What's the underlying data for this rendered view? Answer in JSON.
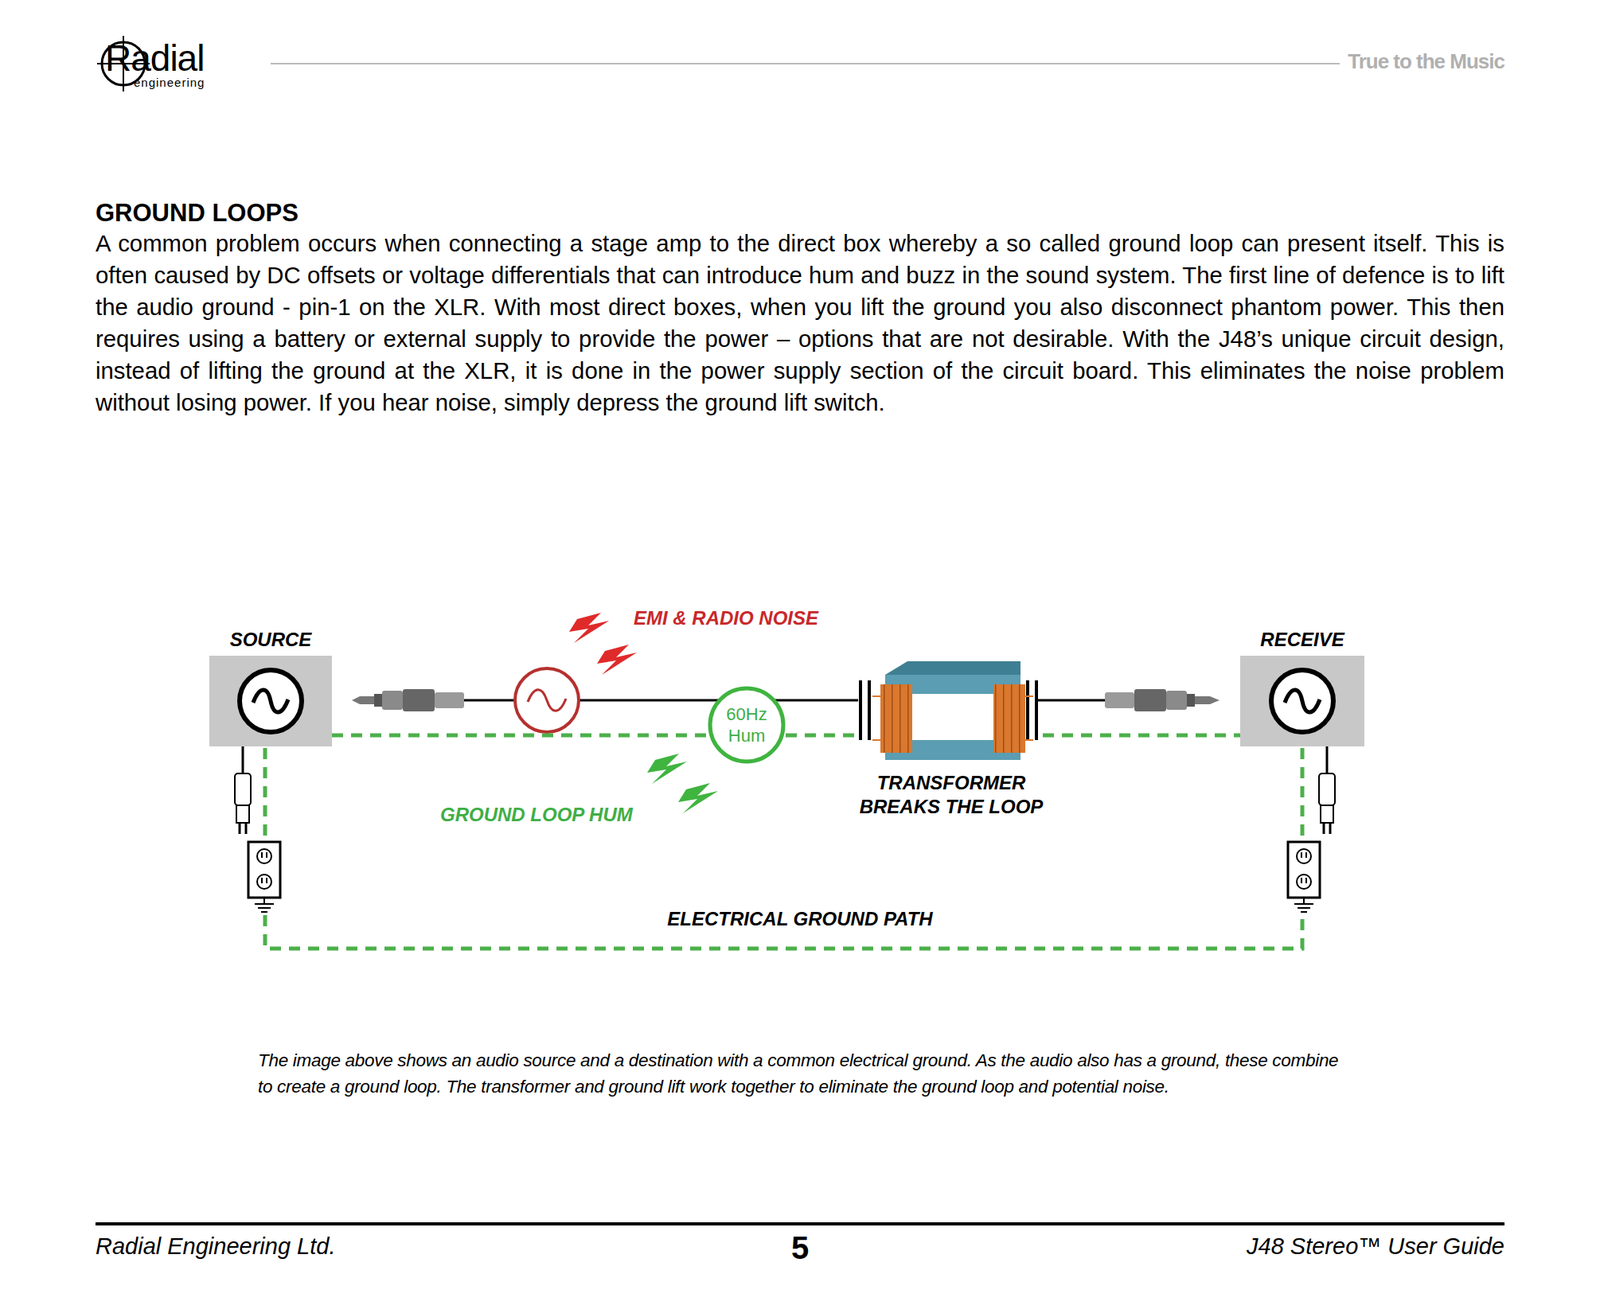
{
  "diagram": {
    "title": "GROUND LOOPS",
    "caption": "The image above shows an audio source and a destination with a common electrical ground. As the audio also has a ground, these combine to create a ground loop. The transformer and ground lift work together to eliminate the ground loop and potential noise.",
    "nodes": [
      {
        "text": [
          "SOURCE"
        ]
      },
      {
        "text": [
          "60Hz Hum"
        ]
      },
      {
        "text": [
          "RECEIVE"
        ]
      }
    ],
    "edges": [
      {
        "from": 0,
        "to": 1,
        "arrow": "none"
      },
      {
        "from": 1,
        "to": 2,
        "arrow": "none"
      }
    ],
    "labels": [
      "Radial",
      "engineering",
      "True to the Music",
      "A common problem occurs when connecting a stage amp to the direct box whereby a so called ground loop can present itself. This is often caused by DC offsets or voltage differentials that can introduce hum and buzz in the sound system. The first line of defence is to lift the audio ground - pin-1 on the XLR. With most direct boxes, when you lift the ground you also disconnect phantom power. This then requires using a battery or external supply to provide the power – options that are not desirable. With the J48’s unique circuit design, instead of lifting the ground at the XLR, it is done in the power supply section of the circuit board. This eliminates the noise problem without losing power. If you hear noise, simply depress the ground lift switch.",
      "EMI & RADIO NOISE",
      "GROUND LOOP HUM",
      "TRANSFORMER BREAKS THE LOOP",
      "ELECTRICAL GROUND PATH",
      "Radial Engineering Ltd.",
      "5",
      "J48 Stereo™ User Guide"
    ]
  }
}
